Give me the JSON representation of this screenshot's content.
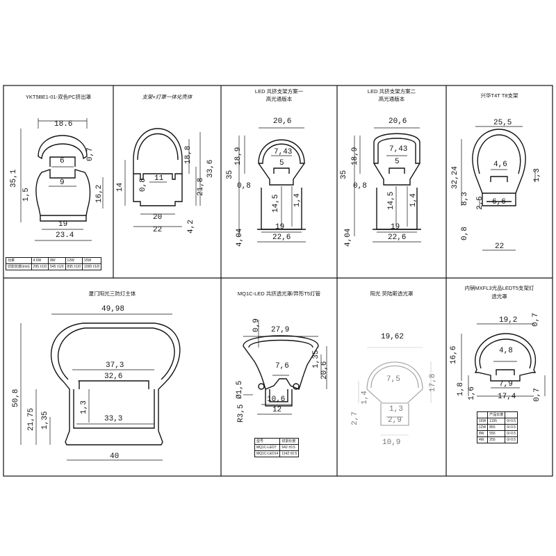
{
  "panels": [
    {
      "title": "YKT5BE1-01-双色PC挤出罩",
      "dims": {
        "top": "18.6",
        "inner": "6",
        "slot": "9",
        "wall": "0,7",
        "height": "35,1",
        "side": "1,5",
        "lower": "16,2",
        "base_in": "19",
        "base_out": "23.4"
      },
      "table": {
        "header": [
          "功率",
          "4.5W",
          "8W",
          "12W",
          "15W"
        ],
        "row": [
          "切割长度(mm)",
          "295 ±1/0",
          "545 ±1/0",
          "895 ±1/0",
          "1095 ±1/0"
        ]
      }
    },
    {
      "title": "支架+灯罩一体化壳体",
      "dims": {
        "a": "11",
        "b": "20",
        "c": "22",
        "h1": "18,8",
        "h2": "33,6",
        "h3": "21,8",
        "h4": "4,2",
        "left": "14",
        "t": "0,8"
      }
    },
    {
      "title": "LED 共挤支架方案一",
      "subtitle": "高光通版本",
      "dims": {
        "top": "20,6",
        "a": "7,43",
        "b": "5",
        "h1": "18,9",
        "h2": "35",
        "t": "0,8",
        "c": "14,5",
        "d": "1,4",
        "base_in": "19",
        "base_out": "22,6",
        "foot": "4,04"
      }
    },
    {
      "title": "LED 共挤支架方案二",
      "subtitle": "高光通版本",
      "dims": {
        "top": "20,6",
        "a": "7,43",
        "b": "5",
        "h1": "18,9",
        "h2": "35",
        "t": "0,8",
        "c": "14,5",
        "d": "1,4",
        "base_in": "19",
        "base_out": "22,6",
        "foot": "4,04"
      }
    },
    {
      "title": "兴华T4T T8支架",
      "dims": {
        "top": "25,5",
        "a": "4,6",
        "b": "6,6",
        "h1": "32,24",
        "t1": "1,3",
        "h2": "8,3",
        "h3": "2,5",
        "t2": "0,8",
        "base": "22"
      }
    },
    {
      "title": "厦门阳光三防灯主体",
      "dims": {
        "top": "49,98",
        "a": "37,3",
        "b": "32,6",
        "c": "33,3",
        "d": "40",
        "h1": "50,8",
        "h2": "21,75",
        "h3": "1,35",
        "h4": "1,3"
      }
    },
    {
      "title": "MQ1C-LED 共挤透光罩/异形T5灯管",
      "dims": {
        "top": "27,9",
        "a": "7,6",
        "b": "10,6",
        "c": "12",
        "h1": "0,9",
        "h2": "1,35",
        "h3": "20,6",
        "d": "Ø1,5",
        "r": "R3,5"
      },
      "table": {
        "header": [
          "型号",
          "切割长度"
        ],
        "rows": [
          [
            "MQ1C-LED7",
            "542 ±0.5"
          ],
          [
            "MQ1C-LED14",
            "1142 ±0.5"
          ]
        ]
      }
    },
    {
      "title": "阳光 荧陆斯透光罩",
      "dims": {
        "top": "19,62",
        "a": "7,5",
        "h1": "17,8",
        "b": "1,3",
        "c": "2,9",
        "d": "10,9",
        "e": "2,7",
        "f": "1,4"
      }
    },
    {
      "title": "内销MXFL3光品LEDT5支架灯",
      "subtitle": "透光罩",
      "dims": {
        "top": "19,2",
        "t": "0,7",
        "a": "4,8",
        "b": "7,9",
        "c": "17,4",
        "h1": "16,6",
        "h2": "1,8",
        "h3": "1,6",
        "t2": "0,7"
      },
      "table": {
        "header": [
          "",
          "产品长度",
          ""
        ],
        "rows": [
          [
            "16W",
            "1155",
            "0/-0.5"
          ],
          [
            "12W",
            "855",
            "0/-0.5"
          ],
          [
            "8W",
            "555",
            "0/-0.5"
          ],
          [
            "4W",
            "255",
            "0/-0.5"
          ]
        ]
      }
    }
  ]
}
